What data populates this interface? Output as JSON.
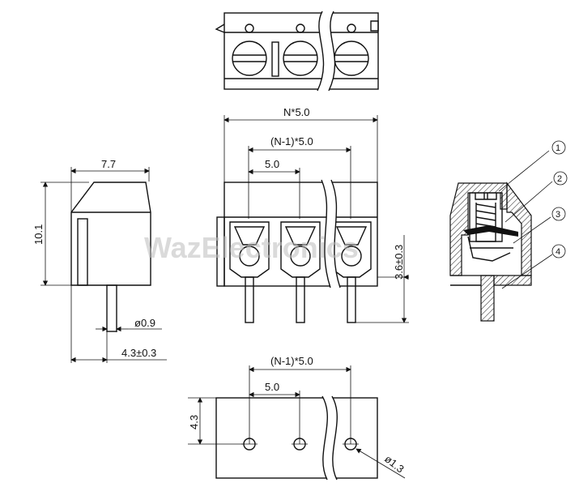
{
  "watermark": "WazElectronics",
  "dimensions": {
    "n_pitch": "N*5.0",
    "n_minus_1_top": "(N-1)*5.0",
    "pitch_top": "5.0",
    "width": "7.7",
    "height": "10.1",
    "pin_dia": "ø0.9",
    "pin_len": "4.3±0.3",
    "pin_height": "3.6±0.3",
    "n_minus_1_bottom": "(N-1)*5.0",
    "pitch_bottom": "5.0",
    "row_offset": "4.3",
    "hole_dia": "ø1.3"
  },
  "callouts": [
    "1",
    "2",
    "3",
    "4"
  ]
}
